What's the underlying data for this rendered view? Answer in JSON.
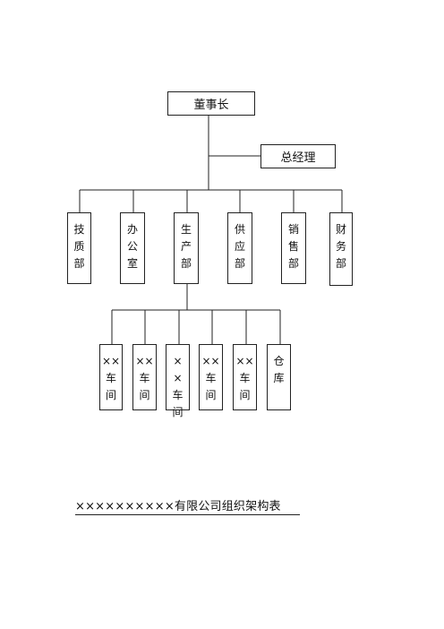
{
  "org_chart": {
    "chairman": "董事长",
    "general_manager": "总经理",
    "departments": [
      {
        "label": "技质部",
        "glyphs": [
          "技",
          "质",
          "部"
        ]
      },
      {
        "label": "办公室",
        "glyphs": [
          "办",
          "公",
          "室"
        ]
      },
      {
        "label": "生产部",
        "glyphs": [
          "生",
          "产",
          "部"
        ]
      },
      {
        "label": "供应部",
        "glyphs": [
          "供",
          "应",
          "部"
        ]
      },
      {
        "label": "销售部",
        "glyphs": [
          "销",
          "售",
          "部"
        ]
      },
      {
        "label": "财务部",
        "glyphs": [
          "财",
          "务",
          "部"
        ]
      }
    ],
    "workshops": [
      {
        "label": "××车间",
        "glyphs": [
          "××",
          "车",
          "间"
        ]
      },
      {
        "label": "××车间",
        "glyphs": [
          "××",
          "车",
          "间"
        ]
      },
      {
        "label": "××车间",
        "glyphs": [
          "×",
          "×",
          "车",
          "间"
        ]
      },
      {
        "label": "××车间",
        "glyphs": [
          "××",
          "车",
          "间"
        ]
      },
      {
        "label": "××车间",
        "glyphs": [
          "××",
          "车",
          "间"
        ]
      },
      {
        "label": "仓库",
        "glyphs": [
          "仓",
          "库"
        ]
      }
    ]
  },
  "caption": "××××××××××有限公司组织架构表"
}
